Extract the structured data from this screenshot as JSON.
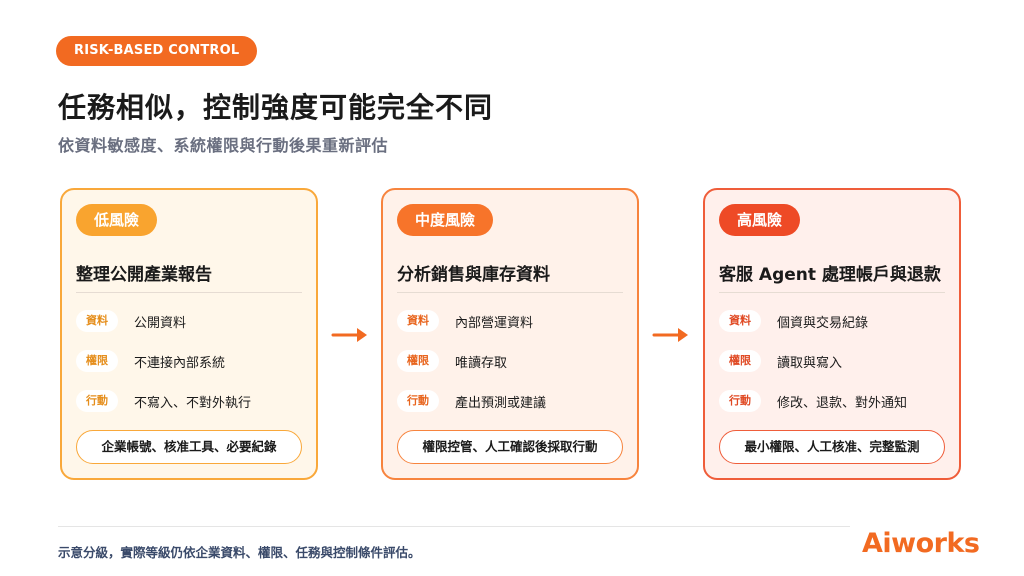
{
  "header": {
    "badge": "RISK-BASED CONTROL",
    "title": "任務相似，控制強度可能完全不同",
    "subtitle": "依資料敏感度、系統權限與行動後果重新評估"
  },
  "cards": [
    {
      "level": "低風險",
      "task": "整理公開產業報告",
      "rows": [
        {
          "tag": "資料",
          "text": "公開資料"
        },
        {
          "tag": "權限",
          "text": "不連接內部系統"
        },
        {
          "tag": "行動",
          "text": "不寫入、不對外執行"
        }
      ],
      "control": "企業帳號、核准工具、必要紀錄"
    },
    {
      "level": "中度風險",
      "task": "分析銷售與庫存資料",
      "rows": [
        {
          "tag": "資料",
          "text": "內部營運資料"
        },
        {
          "tag": "權限",
          "text": "唯讀存取"
        },
        {
          "tag": "行動",
          "text": "產出預測或建議"
        }
      ],
      "control": "權限控管、人工確認後採取行動"
    },
    {
      "level": "高風險",
      "task": "客服 Agent 處理帳戶與退款",
      "rows": [
        {
          "tag": "資料",
          "text": "個資與交易紀錄"
        },
        {
          "tag": "權限",
          "text": "讀取與寫入"
        },
        {
          "tag": "行動",
          "text": "修改、退款、對外通知"
        }
      ],
      "control": "最小權限、人工核准、完整監測"
    }
  ],
  "footer": {
    "note": "示意分級，實際等級仍依企業資料、權限、任務與控制條件評估。",
    "logo": "Aiworks"
  },
  "colors": {
    "brand": "#f26a21",
    "low": "#f9a42f",
    "mid": "#f7742a",
    "high": "#ee4a26"
  },
  "icons": [
    "arrow-right-icon",
    "arrow-right-icon"
  ]
}
